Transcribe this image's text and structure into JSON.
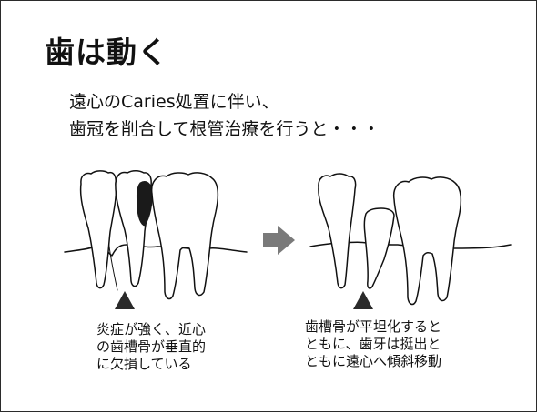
{
  "slide": {
    "title": "歯は動く",
    "subtitle_lines": [
      "遠心のCaries処置に伴い、",
      "歯冠を削合して根管治療を行うと・・・"
    ]
  },
  "diagram": {
    "before_caption_lines": [
      "炎症が強く、近心",
      "の歯槽骨が垂直的",
      "に欠損している"
    ],
    "after_caption_lines": [
      "歯槽骨が平坦化すると",
      "ともに、歯牙は挺出と",
      "ともに遠心へ傾斜移動"
    ],
    "colors": {
      "outline": "#111111",
      "caries": "#1a1a1a",
      "arrow": "#7a7a7a",
      "marker": "#2a2a2a"
    },
    "icons": [
      "tooth-outline",
      "right-arrow-icon",
      "up-triangle-marker-icon"
    ]
  }
}
